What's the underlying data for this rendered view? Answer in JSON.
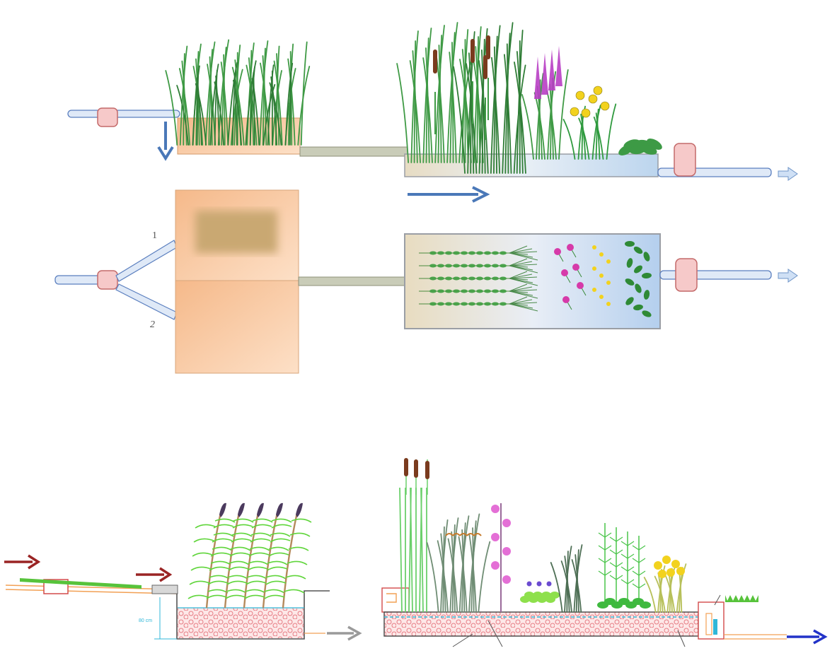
{
  "labels": {
    "branch_top": "1",
    "branch_bottom": "2",
    "depth_mark": "80 cm"
  },
  "colors": {
    "pipe_fill": "#dfe9f7",
    "pipe_stroke": "#5b7fbf",
    "valve_fill": "#f6c9c9",
    "valve_stroke": "#c46a6a",
    "tank_orange": "#f8c79d",
    "bed_gray": "#d2d4d7",
    "water_blue": "#c5dcf1",
    "flow_arrow_blue": "#4a78b8",
    "inlet_arrow_red": "#9a2424",
    "outlet_arrow_gray": "#9a9a9a",
    "final_arrow_blue": "#2233c8",
    "gravel_pink": "#fbe3e4",
    "reed_green": "#3f9a45",
    "cattail_brown": "#7a3b1e",
    "loosestrife_purple": "#b83ec4",
    "iris_yellow": "#f2d21e",
    "plume_dark": "#4b3a5e"
  },
  "icons": {
    "valve": "valve-icon",
    "reed": "reed-plant-icon",
    "cattail": "cattail-icon",
    "iris": "iris-flower-icon",
    "loosestrife": "loosestrife-flower-icon",
    "arrow": "flow-arrow-icon"
  }
}
